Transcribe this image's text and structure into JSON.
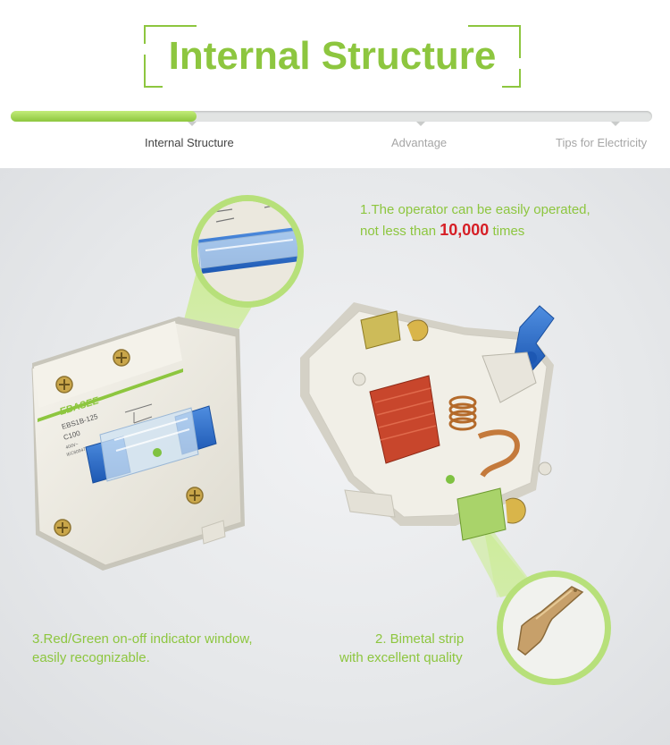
{
  "title": "Internal Structure",
  "progress": {
    "fraction": 0.29,
    "steps": [
      {
        "label": "Internal Structure",
        "active": true
      },
      {
        "label": "Advantage",
        "active": false
      },
      {
        "label": "Tips for Electricity",
        "active": false
      }
    ]
  },
  "features": {
    "f1_line1": "1.The operator can be easily operated,",
    "f1_line2_pre": "not less than",
    "f1_number": "10,000",
    "f1_line2_post": "times",
    "f2_line1": "2. Bimetal strip",
    "f2_line2": "with excellent quality",
    "f3_line1": "3.Red/Green on-off indicator window,",
    "f3_line2": "easily recognizable."
  },
  "product": {
    "brand": "EBASEE",
    "model": "EBS1B-125",
    "rating": "C100",
    "voltage": "400V~",
    "standard": "IEC60947-2"
  },
  "colors": {
    "accent": "#8dc63f",
    "highlight_number": "#d61f26",
    "handle_blue": "#2f6cc6"
  }
}
